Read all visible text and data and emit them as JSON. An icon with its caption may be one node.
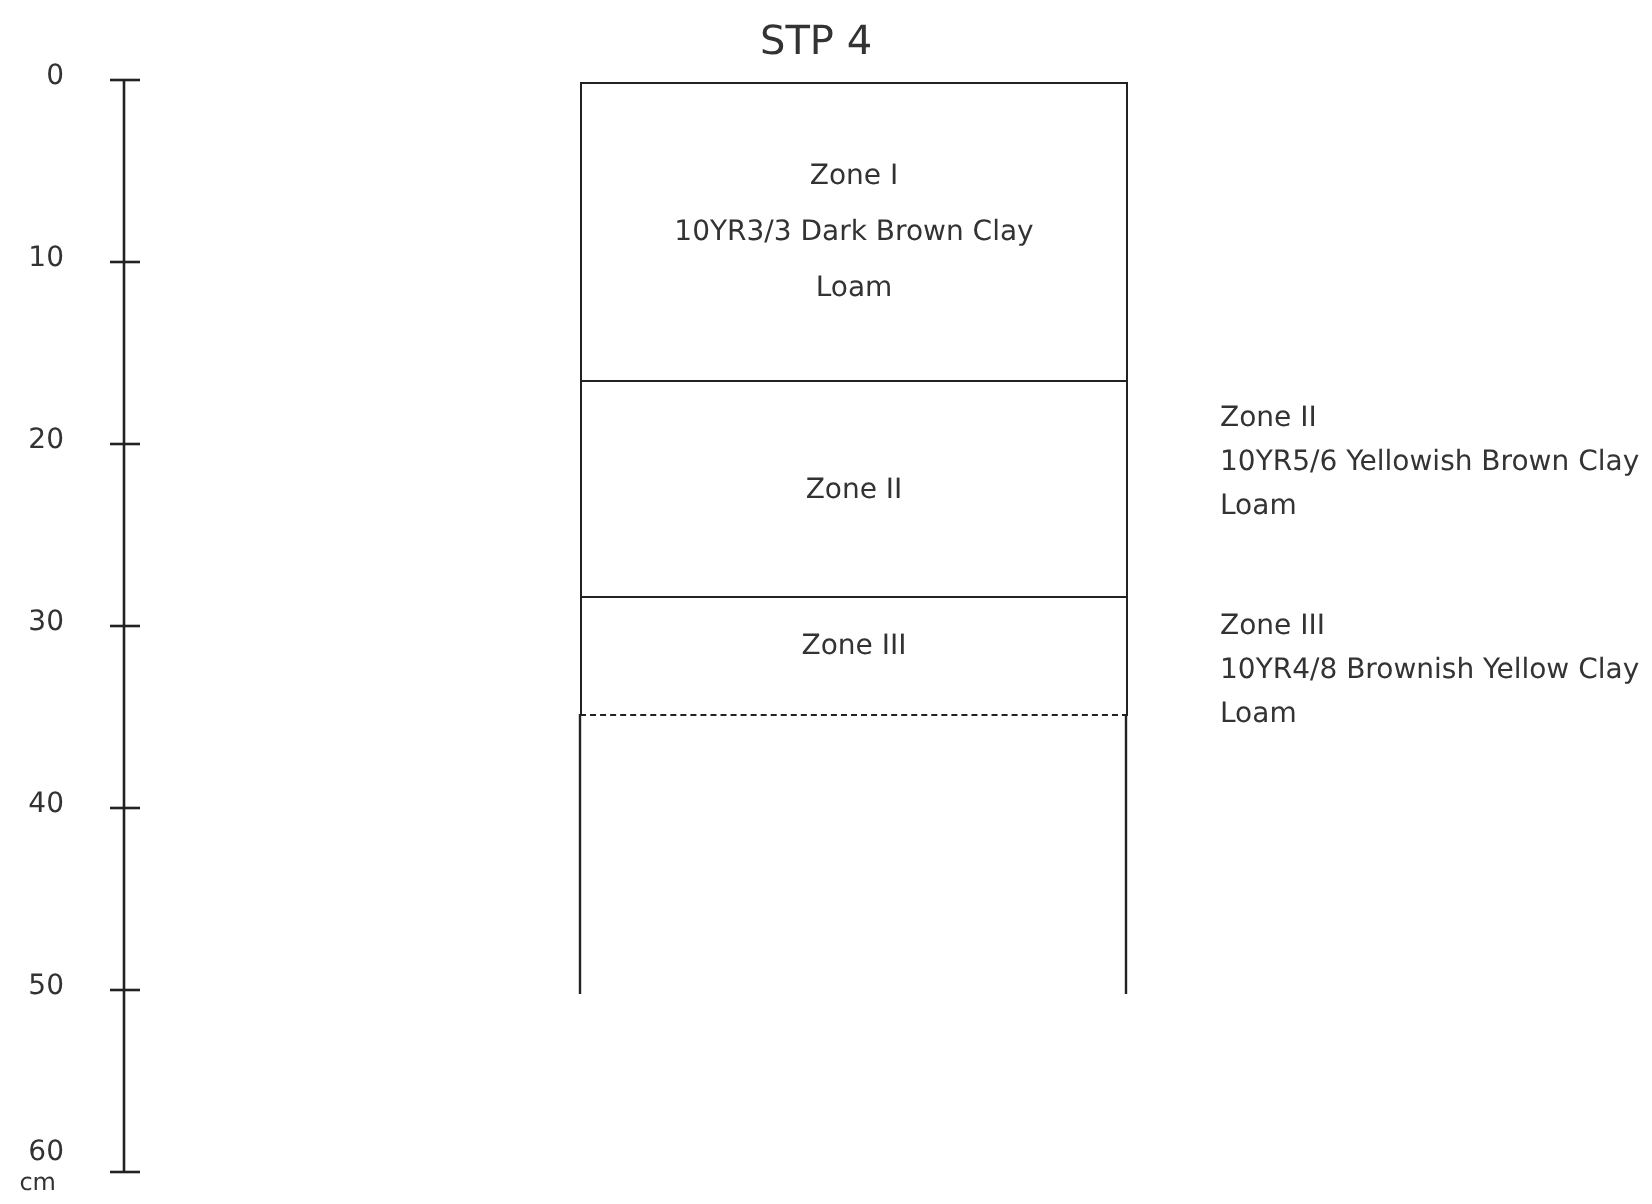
{
  "diagram": {
    "title": "STP 4",
    "nodes": [
      {
        "text": [
          "Zone I",
          "10YR3/3 Dark Brown Clay Loam"
        ]
      },
      {
        "text": [
          "Zone II"
        ],
        "beside": [
          "Zone II",
          "10YR5/6 Yellowish Brown Clay Loam"
        ]
      },
      {
        "text": [
          "Zone III"
        ],
        "beside": [
          "Zone III",
          "10YR4/8 Brownish Yellow Clay Loam"
        ]
      }
    ],
    "labels": [
      "0",
      "10",
      "20",
      "30",
      "40",
      "50",
      "60",
      "cm"
    ]
  }
}
